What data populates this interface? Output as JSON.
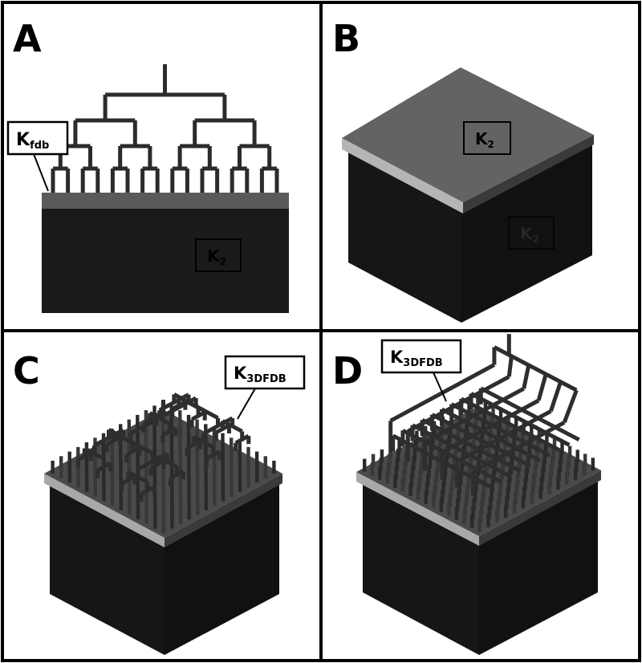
{
  "panels": [
    {
      "letter": "A",
      "callout": {
        "main": "K",
        "sub": "fdb"
      },
      "block_label": {
        "main": "K",
        "sub": "2"
      }
    },
    {
      "letter": "B",
      "top_label": {
        "main": "K",
        "sub": "2"
      },
      "side_label": {
        "main": "K",
        "sub": "2"
      }
    },
    {
      "letter": "C",
      "callout": {
        "main": "K",
        "sub": "3DFDB"
      }
    },
    {
      "letter": "D",
      "callout": {
        "main": "K",
        "sub": "3DFDB"
      }
    }
  ],
  "colors": {
    "background": "#ffffff",
    "border": "#000000",
    "block_dark": "#1a1a1a",
    "block_side": "#141414",
    "layer_gray": "#5a5a5a",
    "top_gray": "#636363",
    "edge_light": "#b5b5b5",
    "tube": "#2e2e2e"
  }
}
